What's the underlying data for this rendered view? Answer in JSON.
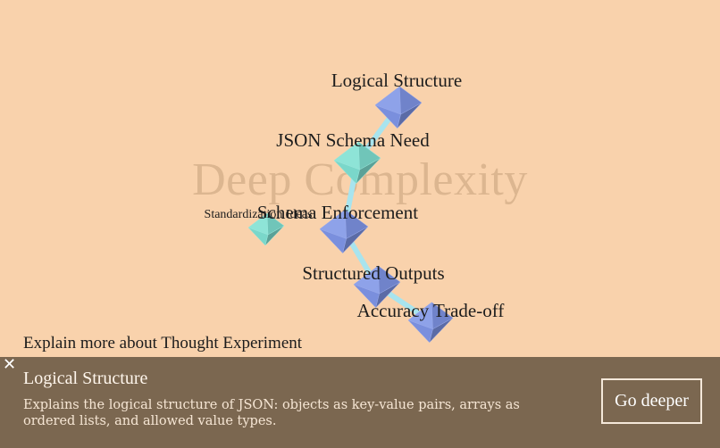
{
  "watermark": "Deep Complexity",
  "nodes": [
    {
      "id": "logical",
      "label": "Logical Structure",
      "color": "#7f95e6"
    },
    {
      "id": "json_schema",
      "label": "JSON Schema Need",
      "color": "#7fe0d2"
    },
    {
      "id": "standardization",
      "label": "Standardization Ideas",
      "color": "#7fe0d2"
    },
    {
      "id": "schema_enf",
      "label": "Schema Enforcement",
      "color": "#7f95e6"
    },
    {
      "id": "structured",
      "label": "Structured Outputs",
      "color": "#7f95e6"
    },
    {
      "id": "accuracy",
      "label": "Accuracy Trade-off",
      "color": "#7f95e6"
    }
  ],
  "edge_color": "#a8e4ee",
  "prompt": "Explain more about Thought Experiment",
  "panel": {
    "close_label": "✕",
    "title": "Logical Structure",
    "description": "Explains the logical structure of JSON: objects as key-value pairs, arrays as ordered lists, and allowed value types.",
    "button_label": "Go deeper"
  }
}
